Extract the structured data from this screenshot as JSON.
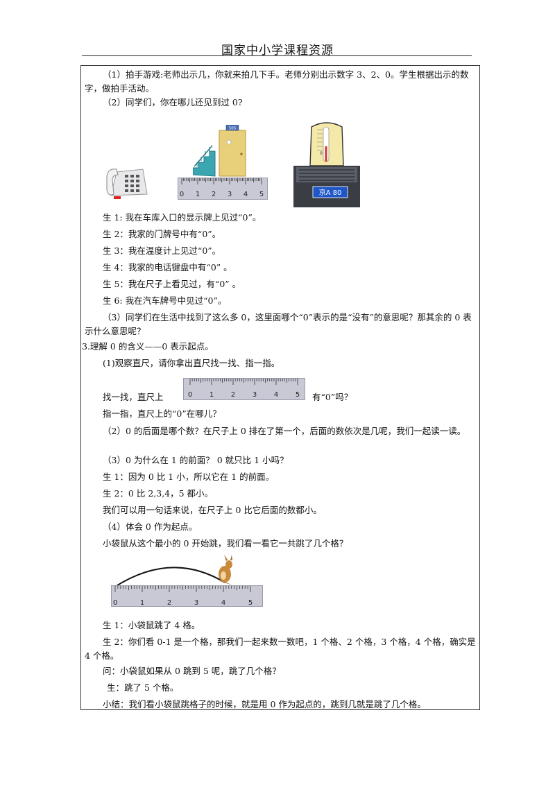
{
  "header": {
    "title": "国家中小学课程资源"
  },
  "content": {
    "p1": "（1）拍手游戏:老师出示几，你就来拍几下手。老师分别出示数字 3、2、0。学生根据出示的数字，做拍手活动。",
    "p2": "（2）同学们，你在哪儿还见到过 0?",
    "door_number": "505",
    "plate_text": "京A 80",
    "s1": "生 1:    我在车库入口的显示牌上见过“0”。",
    "s2": "生 2：我家的门牌号中有“0”。",
    "s3": "生 3：我在温度计上见过“0”。",
    "s4": "生 4：我家的电话键盘中有“0”    。",
    "s5": "生 5：我在尺子上看见过，有“0”    。",
    "s6": "生 6:    我在汽车牌号中见过“0”。",
    "p3": "（3）同学们在生活中找到了这么多 0，这里面哪个“0”表示的是“没有”的意思呢？那其余的 0 表示什么意思呢？",
    "h3": "3.理解 0 的含义——0 表示起点。",
    "q1": "(1)观察直尺，请你拿出直尺找一找、指一指。",
    "find_left": "找一找，直尺上",
    "find_right": "有“0”吗？",
    "point": "指一指，直尺上的“0”在哪儿？",
    "q2": "（2）0 的后面是哪个数？在尺子上 0 排在了第一个，后面的数依次是几呢，我们一起读一读。",
    "q3": "（3）0  为什么在  1  的前面？  0  就只比  1  小吗？",
    "a1": "生 1：因为 0 比 1 小，所以它在 1 的前面。",
    "a2": "生 2：0 比 2,3,4，5 都小。",
    "sum1": "我们可以用一句话来说，在尺子上 0 比它后面的数都小。",
    "q4": "（4）体会 0 作为起点。",
    "kangaroo": "小袋鼠从这个最小的 0 开始跳，我们看一看它一共跳了几个格？",
    "k1": "生 1：小袋鼠跳了 4 格。",
    "k2": "生 2：你们看 0-1 是一个格，那我们一起来数一数吧，1 个格、2 个格，3 个格，4 个格，确实是 4 个格。",
    "ask": "问：小袋鼠如果从 0 跳到 5 呢，跳了几个格？",
    "ans": "生：跳了 5 个格。",
    "summary": "小结：我们看小袋鼠跳格子的时候，就是用 0 作为起点的，跳到几就是跳了几个格。"
  },
  "ruler_labels": [
    "0",
    "1",
    "2",
    "3",
    "4",
    "5"
  ]
}
